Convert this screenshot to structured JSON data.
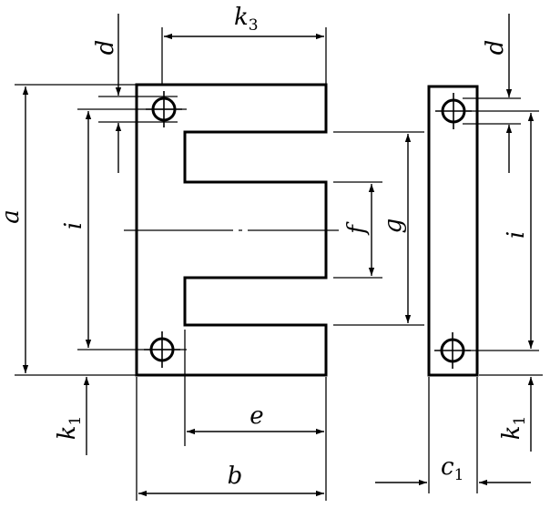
{
  "labels": {
    "k3": {
      "main": "k",
      "sub": "3"
    },
    "d_left": "d",
    "d_right": "d",
    "a": "a",
    "i_left": "i",
    "i_right": "i",
    "f": "f",
    "g": "g",
    "e": "e",
    "b": "b",
    "k1_left": {
      "main": "k",
      "sub": "1"
    },
    "k1_right": {
      "main": "k",
      "sub": "1"
    },
    "c1": {
      "main": "c",
      "sub": "1"
    }
  }
}
